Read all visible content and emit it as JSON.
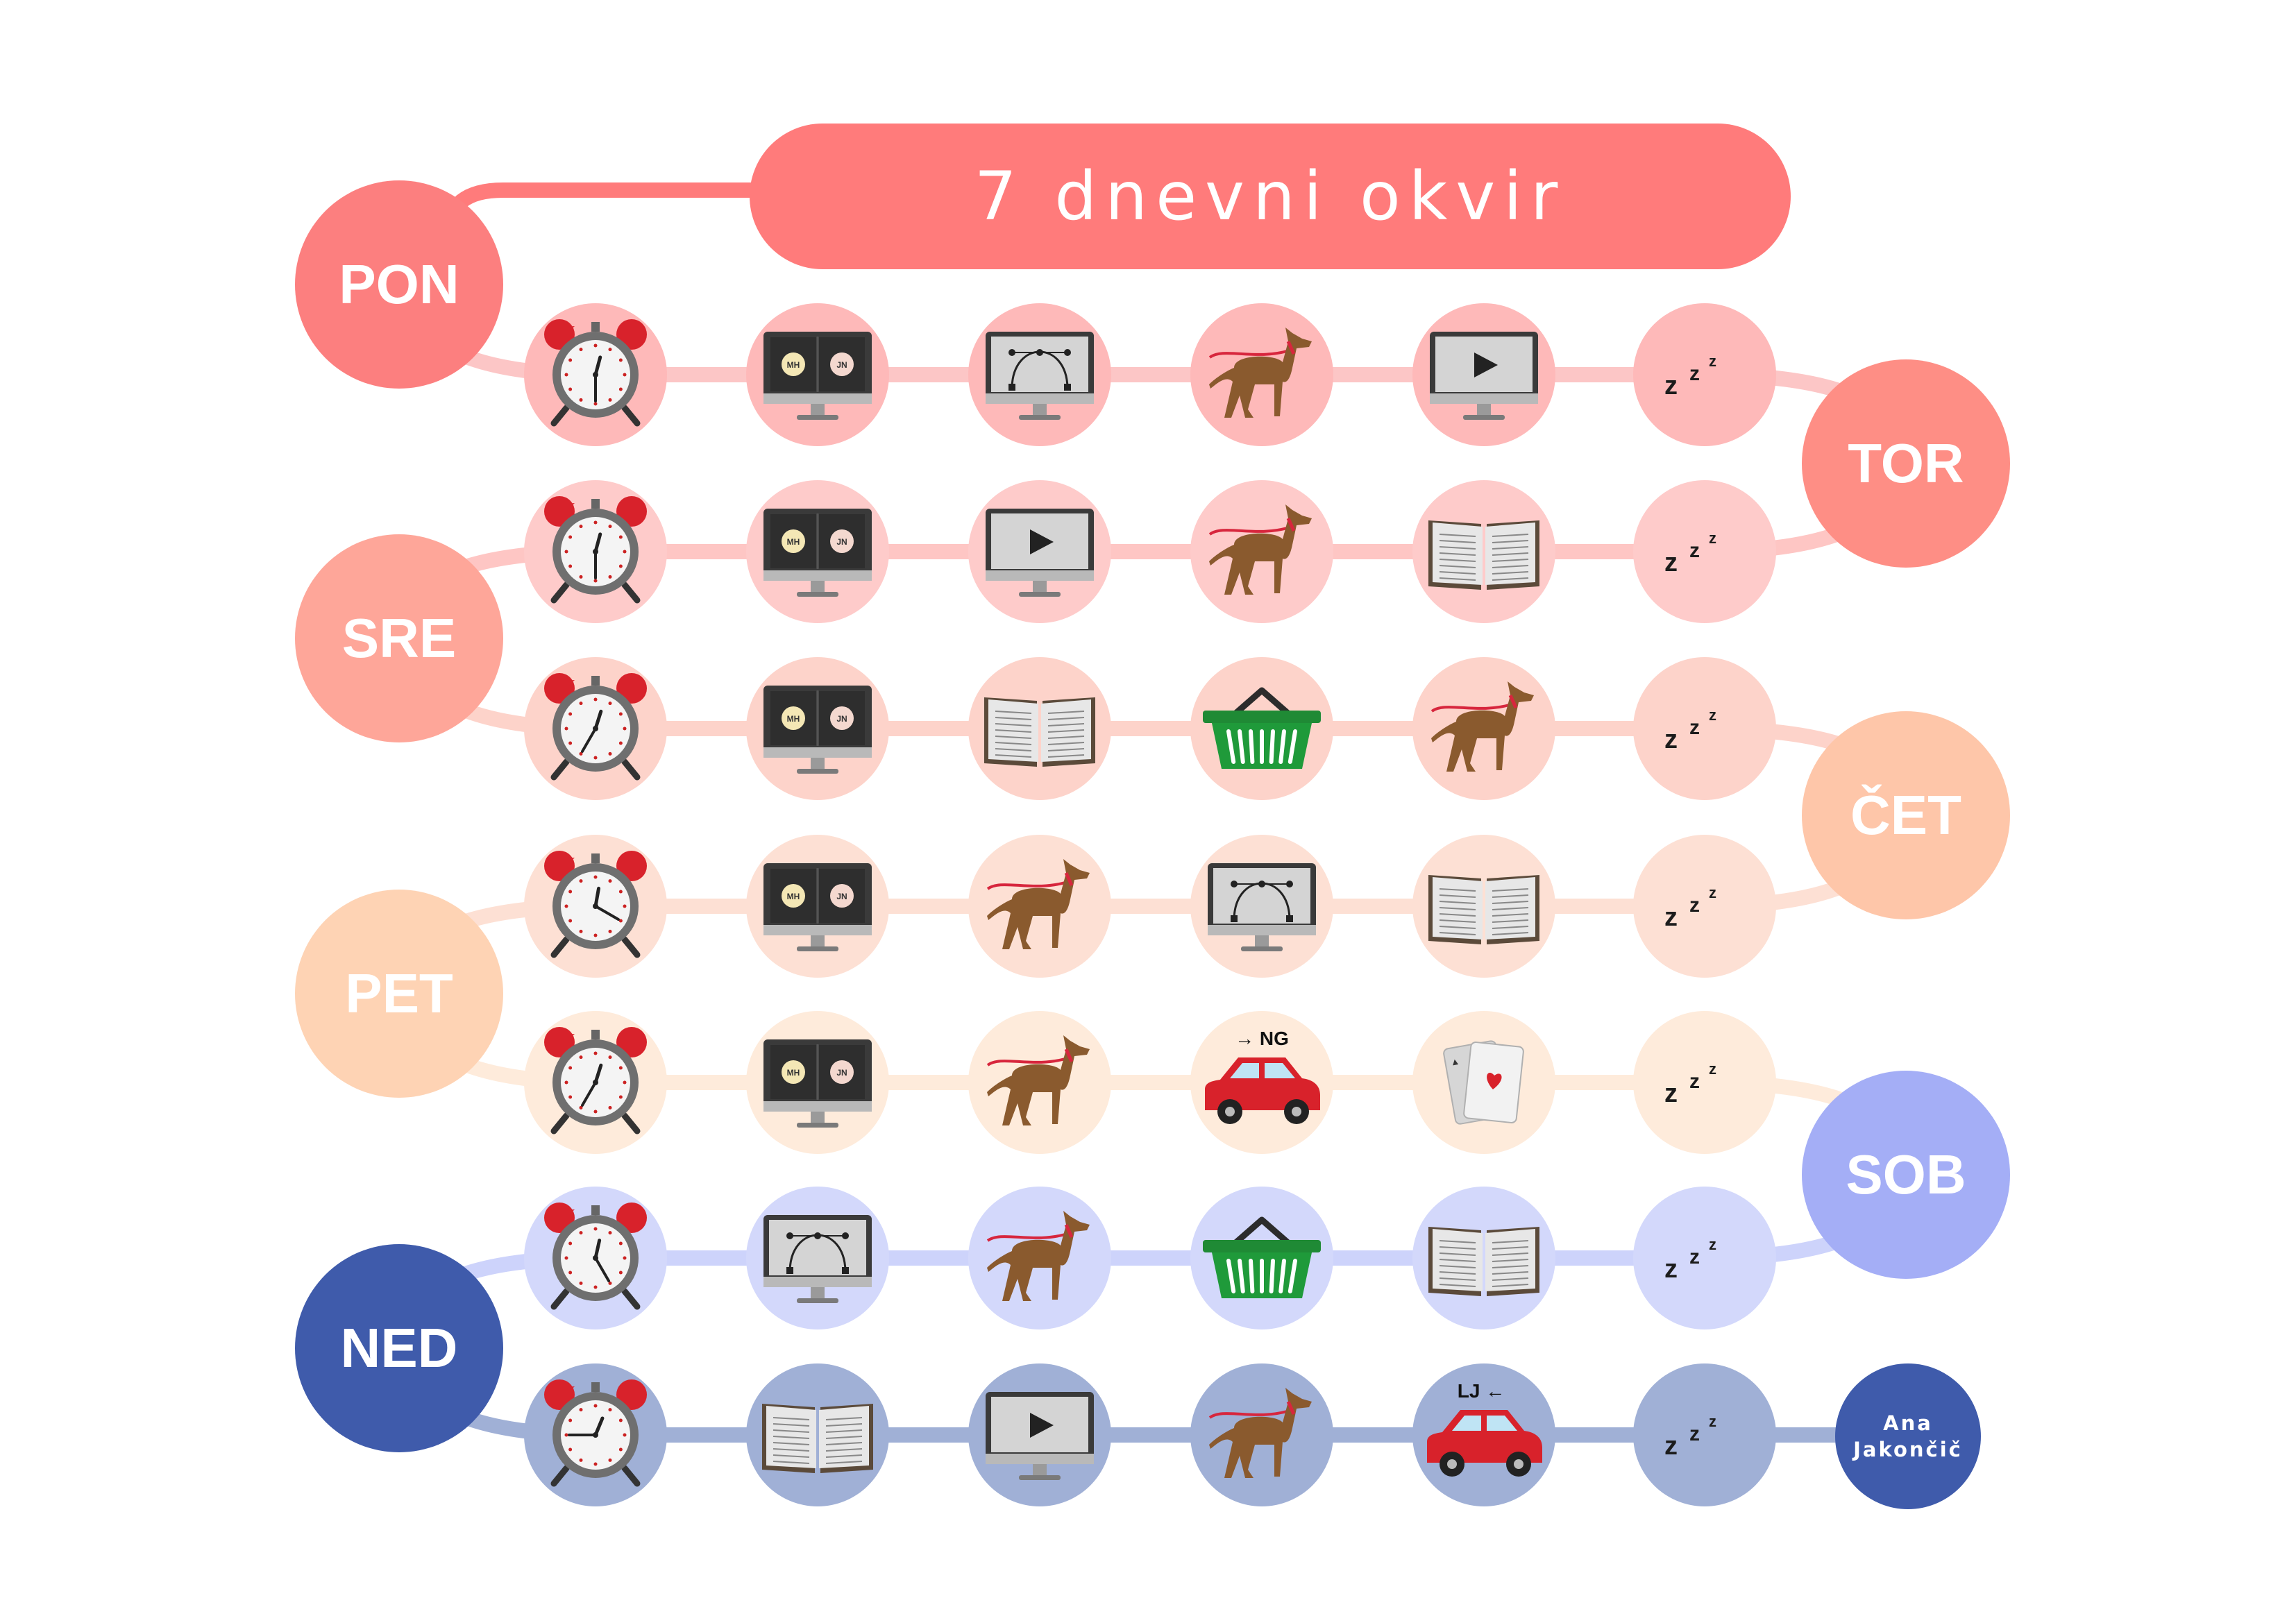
{
  "title": "7 dnevni okvir",
  "author": "Ana\nJakončič",
  "colors": {
    "title_bar": "#ff7b7b",
    "author": "#3f5bab",
    "rows": [
      {
        "day": "#fc7f7f",
        "circle": "#feb9b9",
        "line": "#fcc6c6"
      },
      {
        "day": "#fe8e85",
        "circle": "#fecbca",
        "line": "#fec6c4"
      },
      {
        "day": "#fea699",
        "circle": "#fdd3ca",
        "line": "#fdd3ca"
      },
      {
        "day": "#fec6a9",
        "circle": "#fde0d4",
        "line": "#fde0d4"
      },
      {
        "day": "#fed3b4",
        "circle": "#feebdb",
        "line": "#feebdb"
      },
      {
        "day": "#a4aef6",
        "circle": "#d3d8fb",
        "line": "#cdd3fb"
      },
      {
        "day": "#3f5bab",
        "circle": "#a0b0d6",
        "line": "#a0b0d6"
      }
    ]
  },
  "days": [
    {
      "label": "PON",
      "icons": [
        "alarm-clock-icon",
        "video-call-monitor-icon",
        "bezier-design-monitor-icon",
        "dog-walk-icon",
        "video-play-monitor-icon",
        "sleep-moon-icon"
      ],
      "clock": [
        12,
        30
      ]
    },
    {
      "label": "TOR",
      "icons": [
        "sleep-moon-icon",
        "open-book-icon",
        "dog-walk-icon",
        "video-play-monitor-icon",
        "video-call-monitor-icon",
        "alarm-clock-icon"
      ],
      "clock": [
        12,
        30
      ]
    },
    {
      "label": "SRE",
      "icons": [
        "alarm-clock-icon",
        "video-call-monitor-icon",
        "open-book-icon",
        "shopping-basket-icon",
        "dog-walk-icon",
        "sleep-moon-icon"
      ],
      "clock": [
        12,
        35
      ]
    },
    {
      "label": "ČET",
      "icons": [
        "sleep-moon-icon",
        "open-book-icon",
        "bezier-design-monitor-icon",
        "dog-walk-icon",
        "video-call-monitor-icon",
        "alarm-clock-icon"
      ],
      "clock": [
        12,
        20
      ]
    },
    {
      "label": "PET",
      "icons": [
        "alarm-clock-icon",
        "video-call-monitor-icon",
        "dog-walk-icon",
        "car-to-ng-icon",
        "playing-cards-icon",
        "sleep-moon-icon"
      ],
      "clock": [
        12,
        35
      ],
      "car_label": "→ NG"
    },
    {
      "label": "SOB",
      "icons": [
        "sleep-moon-icon",
        "open-book-icon",
        "shopping-basket-icon",
        "dog-walk-icon",
        "bezier-design-monitor-icon",
        "alarm-clock-icon"
      ],
      "clock": [
        12,
        25
      ]
    },
    {
      "label": "NED",
      "icons": [
        "alarm-clock-icon",
        "open-book-icon",
        "video-play-monitor-icon",
        "dog-walk-icon",
        "car-to-lj-icon",
        "sleep-moon-icon"
      ],
      "clock": [
        12,
        45
      ],
      "car_label": "LJ ←"
    }
  ],
  "monitor_initials": [
    "MH",
    "JN"
  ]
}
